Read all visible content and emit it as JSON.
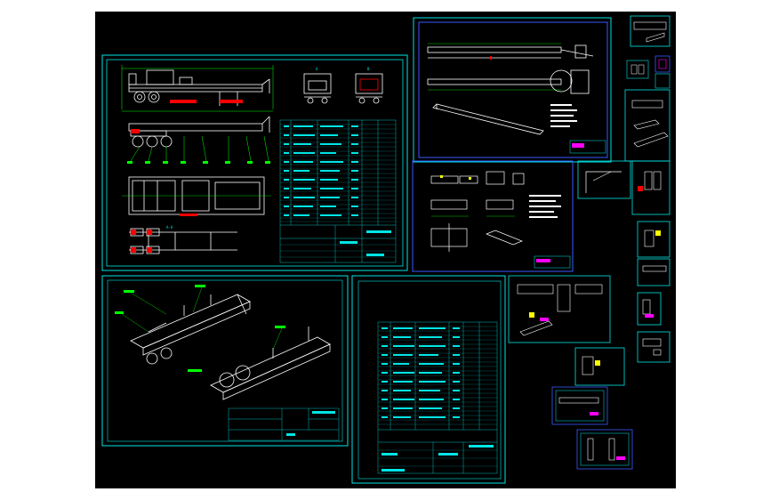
{
  "window": {
    "title": "",
    "background": "#000000",
    "page_background": "#ffffff"
  },
  "colors": {
    "sheet_frame": "#00e5e5",
    "sheet_frame_alt": "#3a5aff",
    "geometry": "#ffffff",
    "dimension": "#00ff00",
    "table_line": "#00e5e5",
    "table_text": "#00e5e5",
    "callout": "#ff0000",
    "highlight": "#ff00ff",
    "accent": "#ffff00"
  },
  "sheets": [
    {
      "id": "assembly-drawing",
      "label": ""
    },
    {
      "id": "rail-drawing",
      "label": ""
    },
    {
      "id": "detail-drawing",
      "label": ""
    },
    {
      "id": "isometric-drawing",
      "label": ""
    },
    {
      "id": "bom-drawing",
      "label": ""
    },
    {
      "id": "part-sheets",
      "label": ""
    }
  ],
  "labels": {
    "view_a": "A",
    "view_b": "B",
    "section_aa": "A-A"
  }
}
